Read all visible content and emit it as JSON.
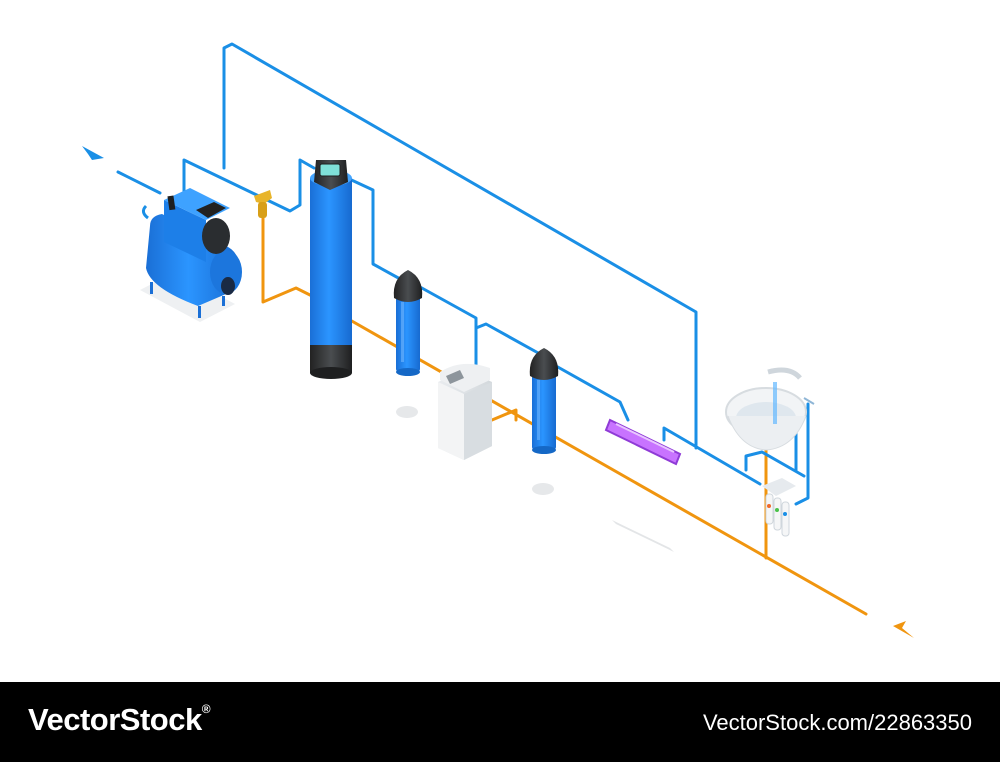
{
  "colors": {
    "clean_water_pipe": "#1a8fe6",
    "drain_pipe": "#f0950f",
    "equipment_blue": "#1e84f0",
    "uv_lamp": "#b04fe6",
    "cap_dark": "#2f3133",
    "footer_bg": "#000000"
  },
  "components": [
    {
      "name": "pump-with-tank",
      "icon": "pump-icon"
    },
    {
      "name": "sediment-strainer",
      "icon": "strainer-icon"
    },
    {
      "name": "softener-column",
      "icon": "column-icon"
    },
    {
      "name": "cartridge-filter-1",
      "icon": "cartridge-icon"
    },
    {
      "name": "brine-tank",
      "icon": "tank-icon"
    },
    {
      "name": "cartridge-filter-2",
      "icon": "cartridge-icon"
    },
    {
      "name": "uv-sterilizer",
      "icon": "uv-lamp-icon"
    },
    {
      "name": "sink-with-faucet",
      "icon": "sink-icon"
    },
    {
      "name": "reverse-osmosis-unit",
      "icon": "ro-filter-icon"
    }
  ],
  "footer": {
    "brand": "VectorStock",
    "registered": "®",
    "image_id": "VectorStock.com/22863350"
  }
}
